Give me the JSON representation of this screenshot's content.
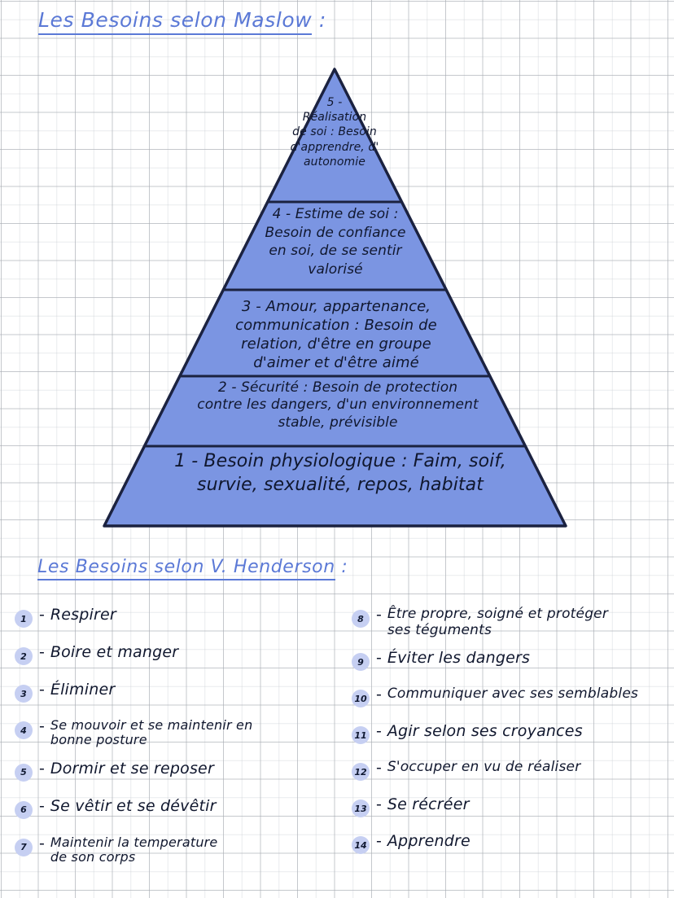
{
  "colors": {
    "ink_blue": "#5B79D6",
    "ink_dark": "#10172E",
    "pyramid_fill": "#7B95E2",
    "pyramid_stroke": "#1B2240",
    "badge_fill": "#C6CFF2",
    "grid_line": "#A8ACB2",
    "paper": "#FFFFFF"
  },
  "headings": {
    "maslow": "Les Besoins selon Maslow",
    "maslow_colon": " :",
    "henderson": "Les Besoins selon V. Henderson",
    "henderson_colon": " :"
  },
  "pyramid": {
    "type": "maslow-hierarchy",
    "levels": [
      {
        "number": "5",
        "title": "Réalisation de soi",
        "text": "5 -\nRéalisation\nde soi : Besoin\nd'apprendre, d'\nautonomie"
      },
      {
        "number": "4",
        "title": "Estime de soi",
        "text": "4 - Estime de soi :\nBesoin de confiance\nen soi, de se sentir\nvalorisé"
      },
      {
        "number": "3",
        "title": "Amour, appartenance, communication",
        "text": "3 - Amour, appartenance,\ncommunication : Besoin de\nrelation, d'être en groupe\nd'aimer et d'être aimé"
      },
      {
        "number": "2",
        "title": "Sécurité",
        "text": "2 - Sécurité : Besoin de protection\ncontre les dangers, d'un environnement\nstable, prévisible"
      },
      {
        "number": "1",
        "title": "Besoin physiologique",
        "text": "1 - Besoin physiologique : Faim, soif,\nsurvie, sexualité, repos, habitat"
      }
    ]
  },
  "henderson_needs": {
    "left_column": [
      {
        "number": "1",
        "dash": "-",
        "label": "Respirer"
      },
      {
        "number": "2",
        "dash": "-",
        "label": "Boire et manger"
      },
      {
        "number": "3",
        "dash": "-",
        "label": "Éliminer"
      },
      {
        "number": "4",
        "dash": "-",
        "label": "Se mouvoir et se maintenir en\nbonne posture"
      },
      {
        "number": "5",
        "dash": "-",
        "label": "Dormir et se reposer"
      },
      {
        "number": "6",
        "dash": "-",
        "label": "Se vêtir et se dévêtir"
      },
      {
        "number": "7",
        "dash": "-",
        "label": "Maintenir la temperature\nde son corps"
      }
    ],
    "right_column": [
      {
        "number": "8",
        "dash": "-",
        "label": "Être propre, soigné et protéger\nses téguments"
      },
      {
        "number": "9",
        "dash": "-",
        "label": "Éviter les dangers"
      },
      {
        "number": "10",
        "dash": "-",
        "label": "Communiquer avec ses semblables"
      },
      {
        "number": "11",
        "dash": "-",
        "label": "Agir selon ses croyances"
      },
      {
        "number": "12",
        "dash": "-",
        "label": "S'occuper en vu de réaliser"
      },
      {
        "number": "13",
        "dash": "-",
        "label": "Se récréer"
      },
      {
        "number": "14",
        "dash": "-",
        "label": "Apprendre"
      }
    ]
  }
}
